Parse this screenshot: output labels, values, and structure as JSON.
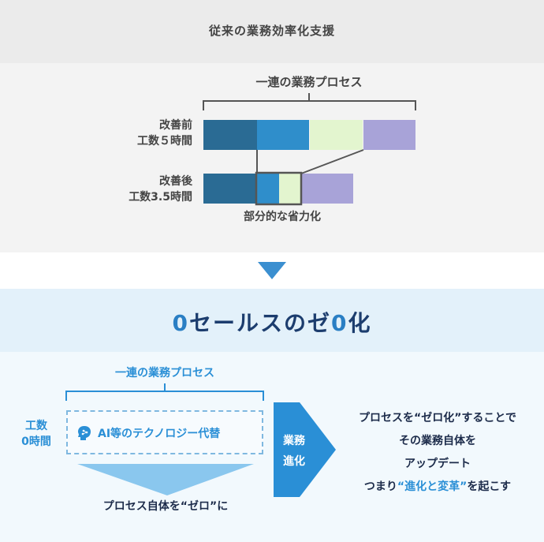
{
  "header": {
    "title": "従来の業務効率化支援"
  },
  "before": {
    "process_label": "一連の業務プロセス",
    "row1_label_line1": "改善前",
    "row1_label_line2": "工数５時間",
    "row2_label_line1": "改善後",
    "row2_label_line2": "工数3.5時間",
    "partial_label": "部分的な省力化",
    "colors": {
      "seg1": "#2a6b94",
      "seg2": "#2f8ecb",
      "seg3": "#e3f5cf",
      "seg4": "#a8a3d8",
      "outline": "#555555"
    }
  },
  "zero": {
    "logo_prefix": "0",
    "logo_text": "セールスのゼ",
    "logo_zero": "0",
    "logo_suffix": "化"
  },
  "after": {
    "process_label": "一連の業務プロセス",
    "effort_line1": "工数",
    "effort_line2": "0時間",
    "ai_text": "AI等のテクノロジー代替",
    "chevron_line1": "業務",
    "chevron_line2": "進化",
    "bottom_label": "プロセス自体を“ゼロ”に",
    "right_line1": "プロセスを“ゼロ化”することで",
    "right_line2": "その業務自体を",
    "right_line3": "アップデート",
    "right_line4_a": "つまり",
    "right_line4_b": "“進化と変革”",
    "right_line4_c": "を起こす",
    "colors": {
      "accent": "#2a8fd6",
      "navy": "#1c3d6e",
      "chevron": "#2a8fd6",
      "funnel": "#8ac7ee"
    }
  }
}
